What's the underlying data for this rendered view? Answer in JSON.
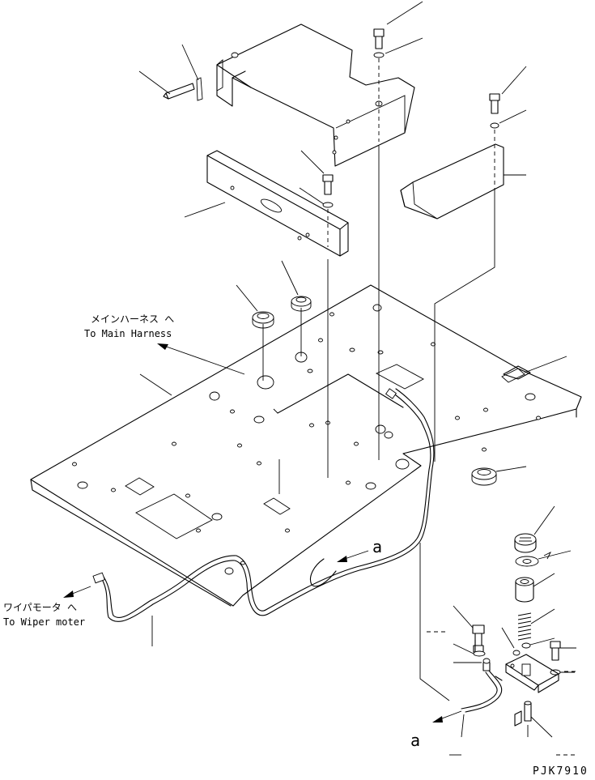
{
  "labels": {
    "main_harness_jp": "メインハーネス へ",
    "main_harness_en": "To Main Harness",
    "wiper_jp": "ワイパモータ へ",
    "wiper_en": "To Wiper moter",
    "ref_a_upper": "a",
    "ref_a_lower": "a",
    "drawing_number": "PJK7910"
  }
}
